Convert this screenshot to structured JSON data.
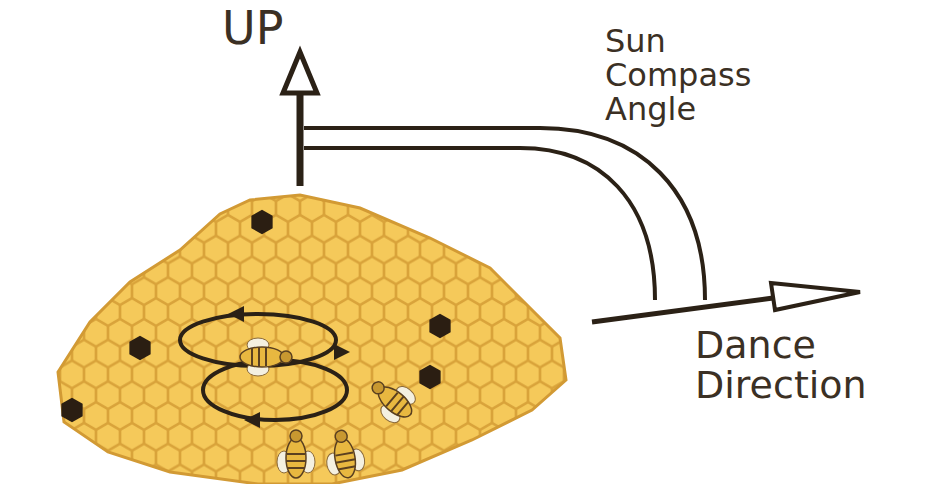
{
  "diagram": {
    "labels": [
      "UP",
      "Sun Compass Angle",
      "Dance Direction"
    ]
  }
}
